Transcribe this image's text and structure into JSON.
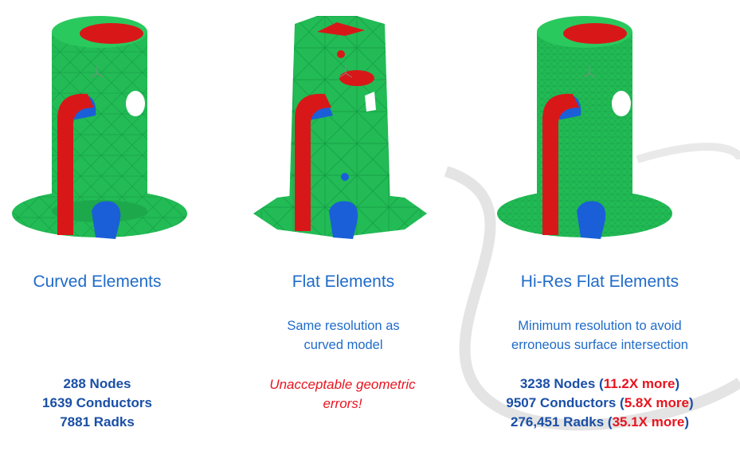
{
  "columns": [
    {
      "title": "Curved Elements",
      "stats": [
        "288 Nodes",
        "1639 Conductors",
        "7881 Radks"
      ]
    },
    {
      "title": "Flat Elements",
      "desc": [
        "Same resolution as",
        "curved model"
      ],
      "warning": [
        "Unacceptable geometric",
        "errors!"
      ]
    },
    {
      "title": "Hi-Res Flat Elements",
      "desc": [
        "Minimum resolution to avoid",
        "erroneous surface intersection"
      ],
      "stats": [
        {
          "main": "3238 Nodes (",
          "highlight": "11.2X more",
          "end": ")"
        },
        {
          "main": "9507 Conductors (",
          "highlight": "5.8X more",
          "end": ")"
        },
        {
          "main": "276,451 Radks (",
          "highlight": "35.1X more",
          "end": ")"
        }
      ]
    }
  ],
  "colors": {
    "mesh_green": "#22bb55",
    "red_part": "#d81818",
    "blue_part": "#1a5fd8",
    "text_blue": "#1f6bc9",
    "stat_blue": "#1a4fa6",
    "warn_red": "#e8141e"
  }
}
